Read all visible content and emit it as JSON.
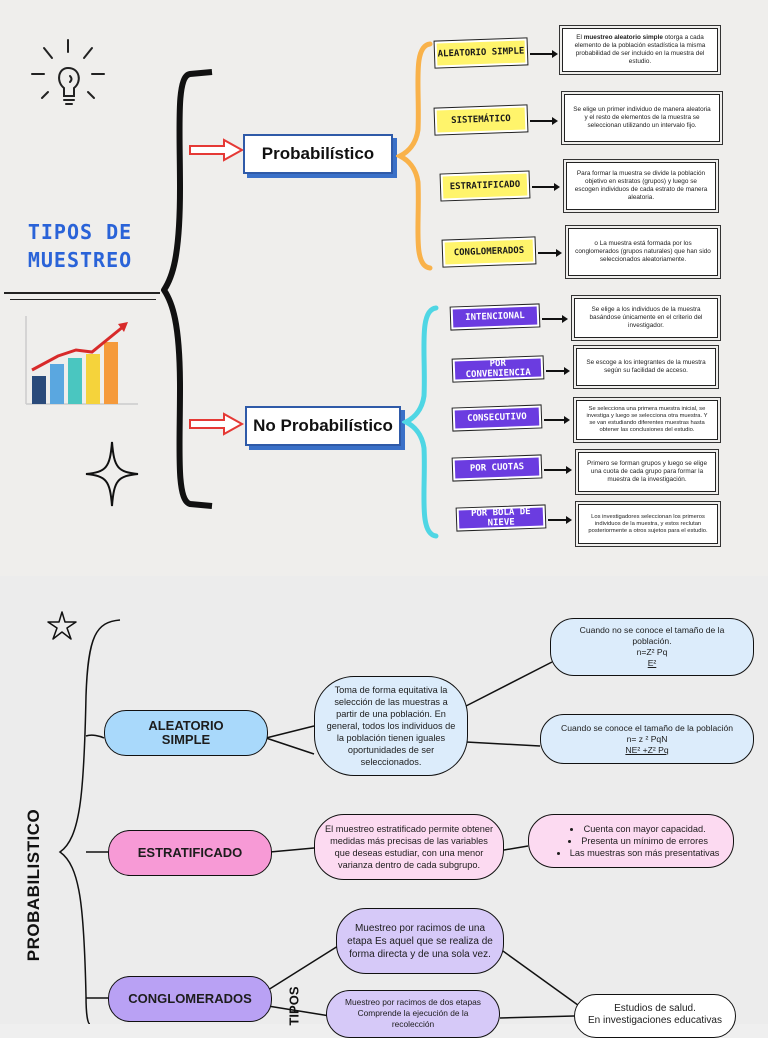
{
  "top": {
    "title": "TIPOS DE\nMUESTREO",
    "categories": {
      "prob": "Probabilístico",
      "noprob": "No Probabilístico"
    },
    "prob_items": [
      {
        "label": "ALEATORIO SIMPLE",
        "desc_pre": "El ",
        "desc_bold": "muestreo aleatorio simple",
        "desc_post": " otorga a cada elemento de la población estadística la misma probabilidad de ser incluido en la muestra del estudio."
      },
      {
        "label": "SISTEMÁTICO",
        "desc": "Se elige un primer individuo de manera aleatoria y el resto de elementos de la muestra se seleccionan utilizando un intervalo fijo."
      },
      {
        "label": "ESTRATIFICADO",
        "desc": "Para formar la muestra se divide la población objetivo en estratos (grupos) y luego se escogen individuos de cada estrato de manera aleatoria."
      },
      {
        "label": "CONGLOMERADOS",
        "desc": "o  La muestra está formada por los conglomerados (grupos naturales) que han sido seleccionados aleatoriamente."
      }
    ],
    "noprob_items": [
      {
        "label": "INTENCIONAL",
        "desc": "Se elige a los individuos de la muestra basándose únicamente en el criterio del investigador."
      },
      {
        "label": "POR CONVENIENCIA",
        "desc": "Se escoge a los integrantes de la muestra según su facilidad de acceso."
      },
      {
        "label": "CONSECUTIVO",
        "desc": "Se selecciona una primera muestra inicial, se investiga y luego se selecciona otra muestra. Y se van estudiando diferentes muestras hasta obtener las conclusiones del estudio."
      },
      {
        "label": "POR CUOTAS",
        "desc": "Primero se forman grupos y luego se elige una cuota de cada grupo para formar la muestra de la investigación."
      },
      {
        "label": "POR BOLA DE NIEVE",
        "desc": "Los investigadores seleccionan los primeros individuos de la muestra, y estos reclutan posteriormente a otros sujetos para el estudio."
      }
    ]
  },
  "bottom": {
    "side_label": "PROBABILISTICO",
    "side_label2": "TIPOS",
    "nodes": {
      "aleatorio": "ALEATORIO\nSIMPLE",
      "estratificado": "ESTRATIFICADO",
      "conglomerados": "CONGLOMERADOS"
    },
    "aleatorio_desc": "Toma de forma equitativa la selección de las muestras a partir de una población. En general, todos los individuos de la población tienen iguales oportunidades de ser seleccionados.",
    "unknown_size": {
      "text": "Cuando no se conoce el tamaño de la población.",
      "formula_top": "n=Z² Pq",
      "formula_bottom": "E²"
    },
    "known_size": {
      "text": "Cuando se conoce el tamaño de la población",
      "formula_top": "n= z ²  PqN",
      "formula_bottom": "NE² +Z² Pq"
    },
    "estratificado_desc": "El muestreo estratificado permite obtener medidas más precisas de las variables que deseas estudiar, con una menor varianza dentro de cada subgrupo.",
    "estratificado_points": [
      "Cuenta con mayor capacidad.",
      "Presenta un mínimo de errores",
      "Las muestras son más presentativas"
    ],
    "conglo_one": "Muestreo por racimos de una etapa Es aquel que se realiza de forma directa y de una sola vez.",
    "conglo_two": "Muestreo por racimos de dos etapas Comprende la ejecución de la recolección",
    "studies": "Estudios de salud.\nEn investigaciones educativas"
  },
  "colors": {
    "title_blue": "#2a63d8",
    "label_yellow": "#fff46b",
    "label_purple": "#6b3ce0",
    "brace_orange": "#f9b24a",
    "brace_cyan": "#4fd6e4",
    "pill_blue": "#a9d9fb",
    "pill_pink": "#f79ad6",
    "pill_purple": "#b9a1f4",
    "bubble_blue": "#dcecfb",
    "bubble_pink": "#fcdaf1",
    "bubble_purple": "#d6c9f8",
    "arrow_red": "#e53935"
  },
  "icons": [
    "lightbulb-icon",
    "bar-chart-icon",
    "sparkle-icon",
    "star-icon"
  ]
}
